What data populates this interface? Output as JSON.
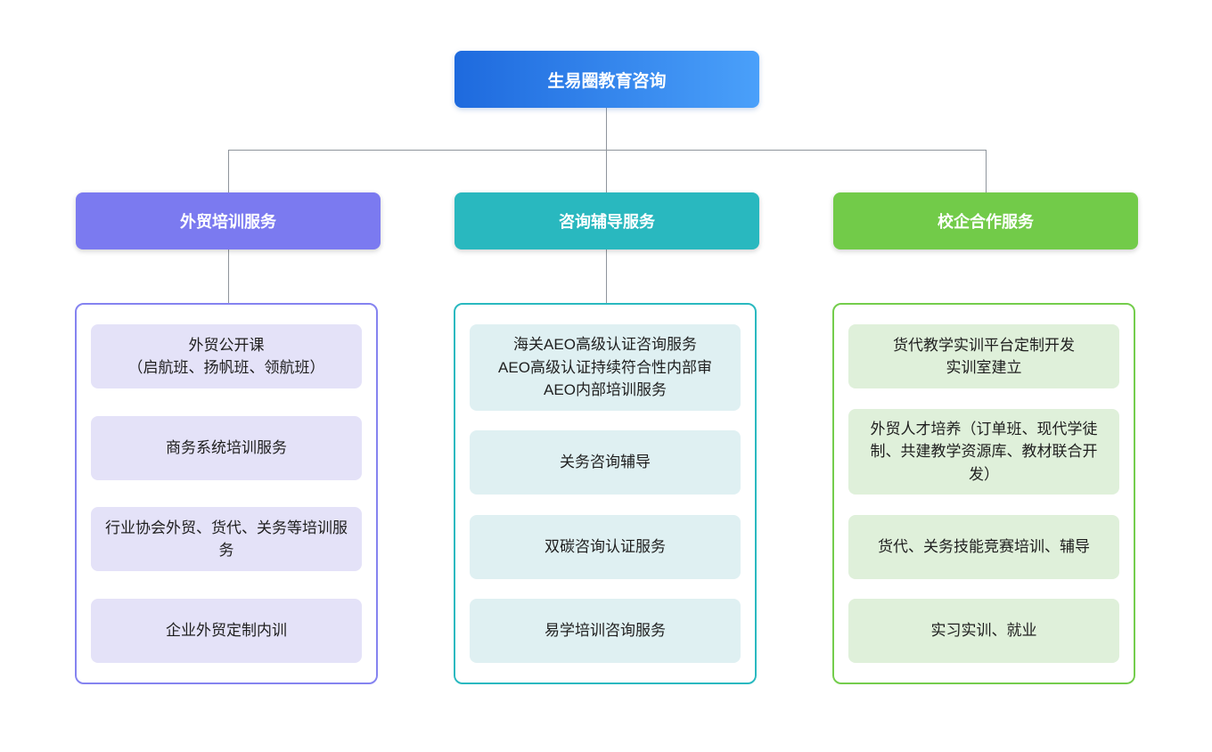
{
  "root": {
    "label": "生易圈教育咨询",
    "colors": {
      "gradient_from": "#1e6ade",
      "gradient_to": "#4aa0fa",
      "text": "#ffffff"
    }
  },
  "connector": {
    "color": "#8f959c"
  },
  "branches": [
    {
      "label": "外贸培训服务",
      "colors": {
        "header": "#7b7af0",
        "border": "#8583f0",
        "item_bg": "#e4e2f8"
      },
      "items": [
        {
          "text": [
            "外贸公开课",
            "（启航班、扬帆班、领航班）"
          ]
        },
        {
          "text": "商务系统培训服务"
        },
        {
          "text": "行业协会外贸、货代、关务等培训服务"
        },
        {
          "text": "企业外贸定制内训"
        }
      ]
    },
    {
      "label": "咨询辅导服务",
      "colors": {
        "header": "#29b8bf",
        "border": "#2ab9c0",
        "item_bg": "#dff0f2"
      },
      "items": [
        {
          "text": [
            "海关AEO高级认证咨询服务",
            "AEO高级认证持续符合性内部审",
            "AEO内部培训服务"
          ]
        },
        {
          "text": "关务咨询辅导"
        },
        {
          "text": "双碳咨询认证服务"
        },
        {
          "text": "易学培训咨询服务"
        }
      ]
    },
    {
      "label": "校企合作服务",
      "colors": {
        "header": "#72cb49",
        "border": "#74cd4c",
        "item_bg": "#dff0da"
      },
      "items": [
        {
          "text": [
            "货代教学实训平台定制开发",
            "实训室建立"
          ]
        },
        {
          "text": "外贸人才培养（订单班、现代学徒制、共建教学资源库、教材联合开发）"
        },
        {
          "text": "货代、关务技能竞赛培训、辅导"
        },
        {
          "text": "实习实训、就业"
        }
      ]
    }
  ]
}
